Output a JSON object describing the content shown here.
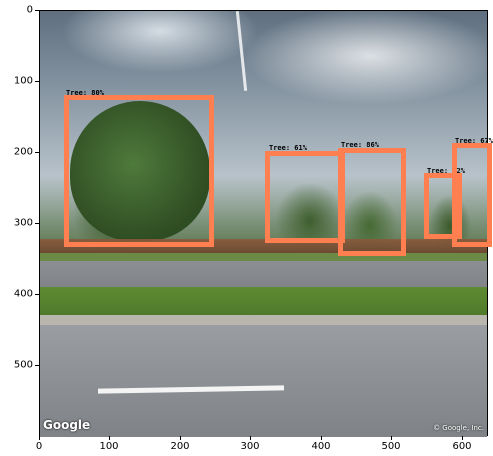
{
  "watermarks": {
    "left": "Google",
    "right": "© Google, Inc."
  },
  "detections": [
    {
      "label": "Tree: 80%"
    },
    {
      "label": "Tree: 61%"
    },
    {
      "label": "Tree: 86%"
    },
    {
      "label": "Tree: 62%"
    },
    {
      "label": "Tree: 67%"
    }
  ],
  "axes": {
    "x_ticks": [
      "0",
      "100",
      "200",
      "300",
      "400",
      "500",
      "600"
    ],
    "y_ticks": [
      "0",
      "100",
      "200",
      "300",
      "400",
      "500"
    ]
  },
  "colors": {
    "box": "#ff7f50"
  }
}
